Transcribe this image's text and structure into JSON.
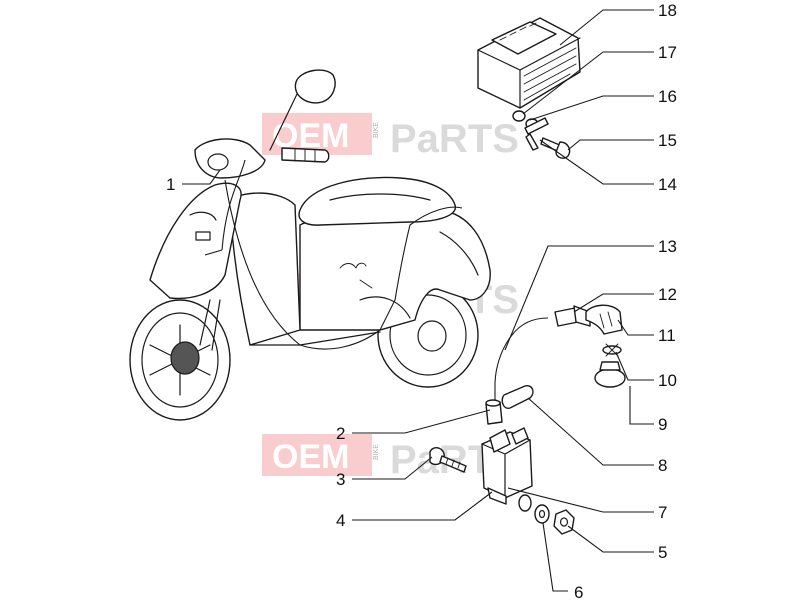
{
  "watermark": {
    "brand": "OEM",
    "side_text": "BIKE",
    "suffix": "PaRTS"
  },
  "callouts": [
    {
      "number": "1"
    },
    {
      "number": "2"
    },
    {
      "number": "3"
    },
    {
      "number": "4"
    },
    {
      "number": "5"
    },
    {
      "number": "6"
    },
    {
      "number": "7"
    },
    {
      "number": "8"
    },
    {
      "number": "9"
    },
    {
      "number": "10"
    },
    {
      "number": "11"
    },
    {
      "number": "12"
    },
    {
      "number": "13"
    },
    {
      "number": "14"
    },
    {
      "number": "15"
    },
    {
      "number": "16"
    },
    {
      "number": "17"
    },
    {
      "number": "18"
    }
  ],
  "colors": {
    "line": "#1a1a1a",
    "watermark_red": "#e8474c",
    "background": "#ffffff"
  }
}
